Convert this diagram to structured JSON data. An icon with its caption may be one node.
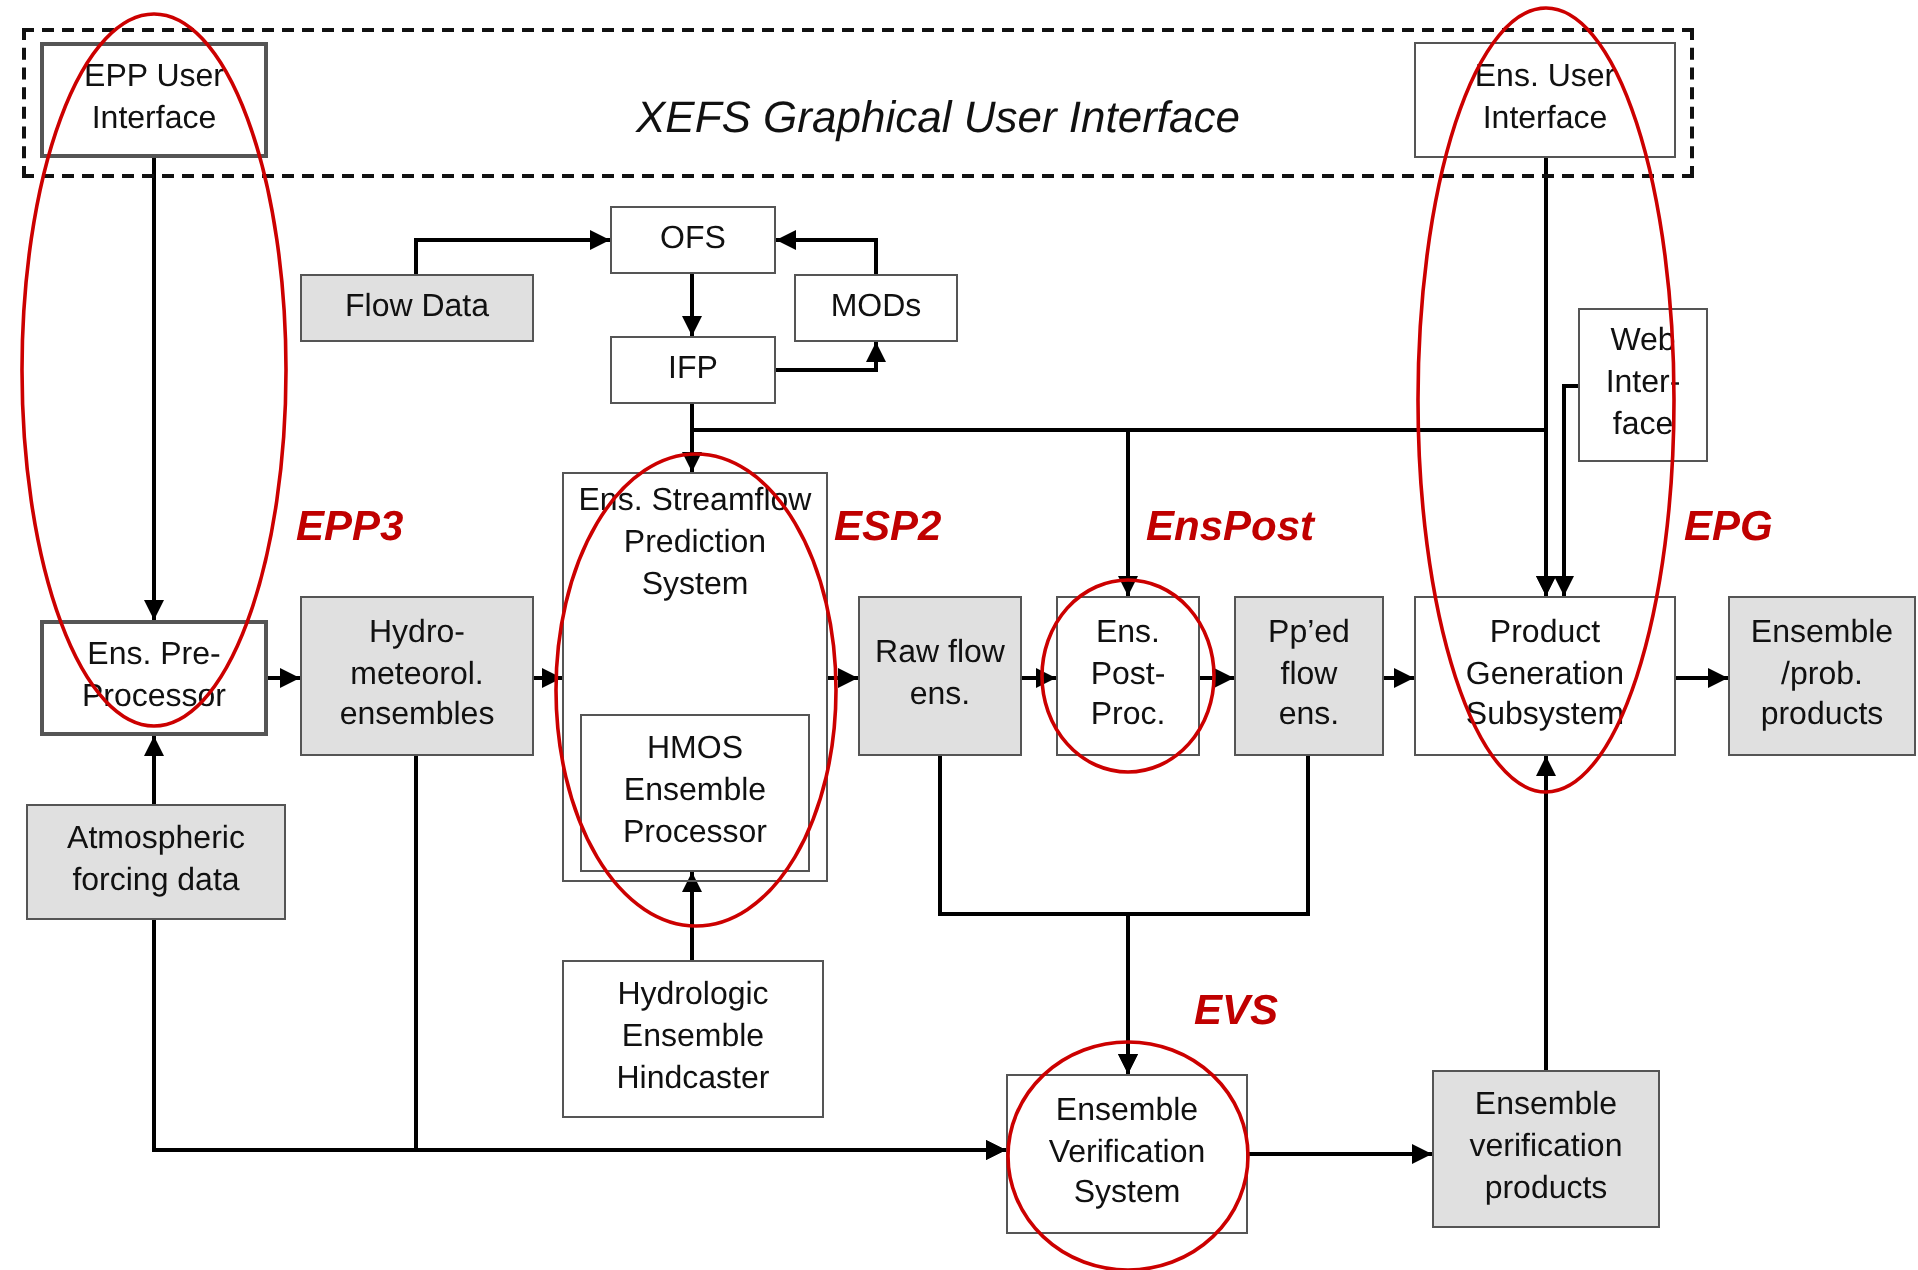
{
  "diagram": {
    "nodes": [
      {
        "text": [
          "XEFS Graphical User Interface"
        ]
      },
      {
        "text": [
          "EPP User Interface"
        ],
        "in": 0
      },
      {
        "text": [
          "Ens. User Interface"
        ],
        "in": 0
      },
      {
        "text": [
          "OFS"
        ]
      },
      {
        "text": [
          "Flow Data"
        ]
      },
      {
        "text": [
          "MODs"
        ]
      },
      {
        "text": [
          "IFP"
        ]
      },
      {
        "text": [
          "Web Inter- face"
        ]
      },
      {
        "text": [
          "Ens. Streamflow Prediction System"
        ]
      },
      {
        "text": [
          "HMOS Ensemble Processor"
        ],
        "in": 8
      },
      {
        "text": [
          "Ens. Pre- Processor"
        ]
      },
      {
        "text": [
          "Hydro- meteorol. ensembles"
        ]
      },
      {
        "text": [
          "Raw flow ens."
        ]
      },
      {
        "text": [
          "Ens. Post- Proc."
        ]
      },
      {
        "text": [
          "Pp’ed flow ens."
        ]
      },
      {
        "text": [
          "Product Generation Subsystem"
        ]
      },
      {
        "text": [
          "Ensemble /prob. products"
        ]
      },
      {
        "text": [
          "Atmospheric forcing data"
        ]
      },
      {
        "text": [
          "Hydrologic Ensemble Hindcaster"
        ]
      },
      {
        "text": [
          "Ensemble Verification System"
        ]
      },
      {
        "text": [
          "Ensemble verification products"
        ]
      }
    ],
    "edges": [
      {
        "from": 1,
        "to": 10,
        "arrow": "to"
      },
      {
        "from": 4,
        "to": 3,
        "arrow": "to"
      },
      {
        "from": 5,
        "to": 3,
        "arrow": "to"
      },
      {
        "from": 3,
        "to": 6,
        "arrow": "to"
      },
      {
        "from": 6,
        "to": 5,
        "arrow": "to"
      },
      {
        "from": 6,
        "to": 8,
        "arrow": "to"
      },
      {
        "from": 6,
        "to": 13,
        "arrow": "to"
      },
      {
        "from": 6,
        "to": 15,
        "arrow": "to"
      },
      {
        "from": 2,
        "to": 15,
        "arrow": "to"
      },
      {
        "from": 7,
        "to": 15,
        "arrow": "to"
      },
      {
        "from": 10,
        "to": 11,
        "arrow": "to"
      },
      {
        "from": 11,
        "to": 8,
        "arrow": "to"
      },
      {
        "from": 8,
        "to": 12,
        "arrow": "to"
      },
      {
        "from": 12,
        "to": 13,
        "arrow": "to"
      },
      {
        "from": 13,
        "to": 14,
        "arrow": "to"
      },
      {
        "from": 14,
        "to": 15,
        "arrow": "to"
      },
      {
        "from": 15,
        "to": 16,
        "arrow": "to"
      },
      {
        "from": 17,
        "to": 10,
        "arrow": "to"
      },
      {
        "from": 18,
        "to": 9,
        "arrow": "to"
      },
      {
        "from": 12,
        "to": 19,
        "arrow": "to"
      },
      {
        "from": 14,
        "to": 19,
        "arrow": "to"
      },
      {
        "from": 17,
        "to": 19,
        "arrow": "to"
      },
      {
        "from": 11,
        "to": 19,
        "arrow": "to"
      },
      {
        "from": 19,
        "to": 20,
        "arrow": "to"
      },
      {
        "from": 20,
        "to": 15,
        "arrow": "to"
      }
    ],
    "labels": [
      "EPP3",
      "ESP2",
      "EnsPost",
      "EPG",
      "EVS"
    ]
  }
}
